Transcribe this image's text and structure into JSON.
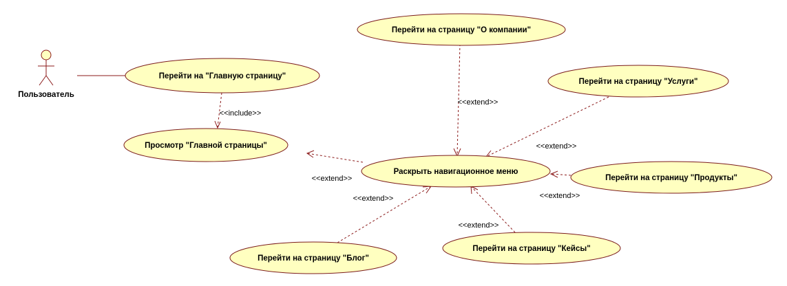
{
  "actor": {
    "label": "Пользователь"
  },
  "use_cases": {
    "home": "Перейти на \"Главную страницу\"",
    "view_home": "Просмотр \"Главной страницы\"",
    "about": "Перейти на страницу \"О компании\"",
    "services": "Перейти на страницу \"Услуги\"",
    "nav_menu": "Раскрыть навигационное меню",
    "products": "Перейти на страницу \"Продукты\"",
    "blog": "Перейти на страницу \"Блог\"",
    "cases": "Перейти на страницу \"Кейсы\""
  },
  "relations": {
    "include": "<<include>>",
    "extend_about": "<<extend>>",
    "extend_services": "<<extend>>",
    "extend_view_home": "<<extend>>",
    "extend_products": "<<extend>>",
    "extend_blog": "<<extend>>",
    "extend_cases": "<<extend>>"
  },
  "colors": {
    "use_case_fill": "#ffffc0",
    "line": "#8b1a1a"
  }
}
